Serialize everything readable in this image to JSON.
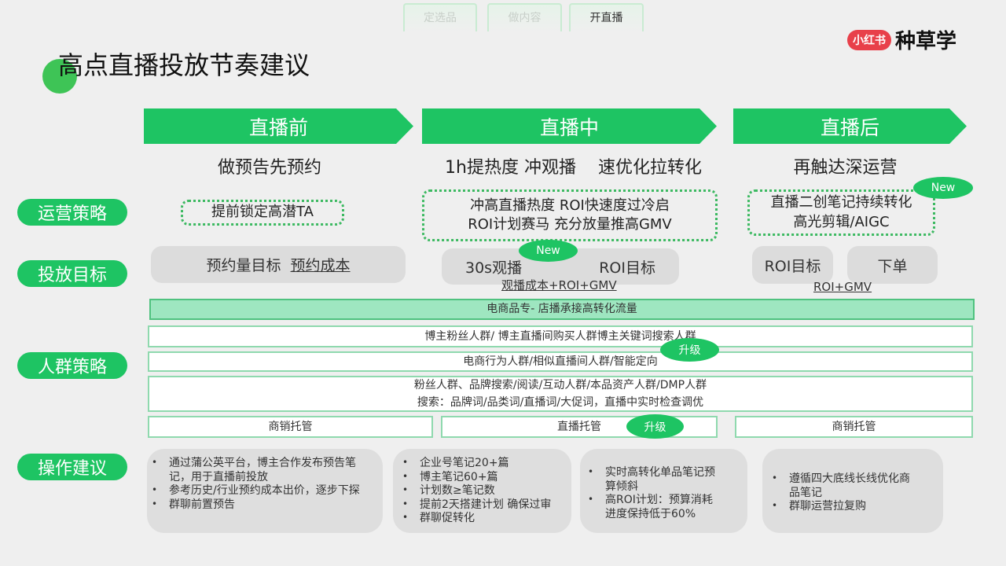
{
  "tabs": [
    {
      "label": "定选品",
      "active": false
    },
    {
      "label": "做内容",
      "active": false
    },
    {
      "label": "开直播",
      "active": true
    }
  ],
  "logo": {
    "badge": "小红书",
    "text": "种草学"
  },
  "title": "高点直播投放节奏建议",
  "stages": [
    {
      "name": "直播前",
      "subtitle": "做预告先预约"
    },
    {
      "name": "直播中",
      "subtitle": "1h提热度 冲观播    速优化拉转化"
    },
    {
      "name": "直播后",
      "subtitle": "再触达深运营"
    }
  ],
  "row_labels": [
    "运营策略",
    "投放目标",
    "人群策略",
    "操作建议"
  ],
  "strategy": {
    "pre": "提前锁定高潜TA",
    "mid": [
      "冲高直播热度 ROI快速度过冷启",
      "ROI计划赛马 充分放量推高GMV"
    ],
    "post": [
      "直播二创笔记持续转化",
      "高光剪辑/AIGC"
    ],
    "new_badge": "New"
  },
  "targets": {
    "pre_a": "预约量目标",
    "pre_b": "预约成本",
    "mid_a": "30s观播",
    "mid_b": "ROI目标",
    "mid_note": "观播成本+ROI+GMV",
    "post_a": "ROI目标",
    "post_b": "下单",
    "post_note": "ROI+GMV",
    "new_badge": "New"
  },
  "audience": {
    "band": "电商品专- 店播承接高转化流量",
    "row1": "博主粉丝人群/ 博主直播间购买人群博主关键词搜索人群",
    "row2": "电商行为人群/相似直播间人群/智能定向",
    "row3a": "粉丝人群、品牌搜索/阅读/互动人群/本品资产人群/DMP人群",
    "row3b": "搜索：品牌词/品类词/直播词/大促词，直播中实时检查调优",
    "mgmt": [
      "商销托管",
      "直播托管",
      "商销托管"
    ],
    "upgrade": "升级"
  },
  "ops": [
    [
      "通过蒲公英平台，博主合作发布预告笔记，用于直播前投放",
      "参考历史/行业预约成本出价，逐步下探",
      "群聊前置预告"
    ],
    [
      "企业号笔记20+篇",
      "博主笔记60+篇",
      "计划数≥笔记数",
      "提前2天搭建计划 确保过审",
      "群聊促转化"
    ],
    [
      "实时高转化单品笔记预算倾斜",
      "高ROI计划：预算消耗进度保持低于60%"
    ],
    [
      "遵循四大底线长线优化商品笔记",
      "群聊运营拉复购"
    ]
  ],
  "colors": {
    "green": "#1ec463",
    "band": "#9ee6c0",
    "logo_red": "#e8404a"
  }
}
